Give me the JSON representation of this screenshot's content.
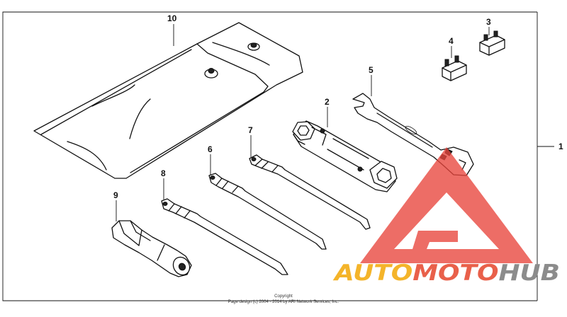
{
  "diagram": {
    "callouts": [
      "1",
      "2",
      "3",
      "4",
      "5",
      "6",
      "7",
      "8",
      "9",
      "10"
    ],
    "copyright_line1": "Copyright",
    "copyright_line2": "Page design (c) 2004 - 2014 by ARI Network Services, Inc."
  },
  "watermark": {
    "word_part1": "AUTO",
    "word_part2": "MOTO",
    "word_part3": "HUB",
    "colors": {
      "triangle": "#e8453c",
      "auto": "#f4b42a",
      "moto": "#e9604a",
      "hub": "#8c8c8c"
    }
  }
}
